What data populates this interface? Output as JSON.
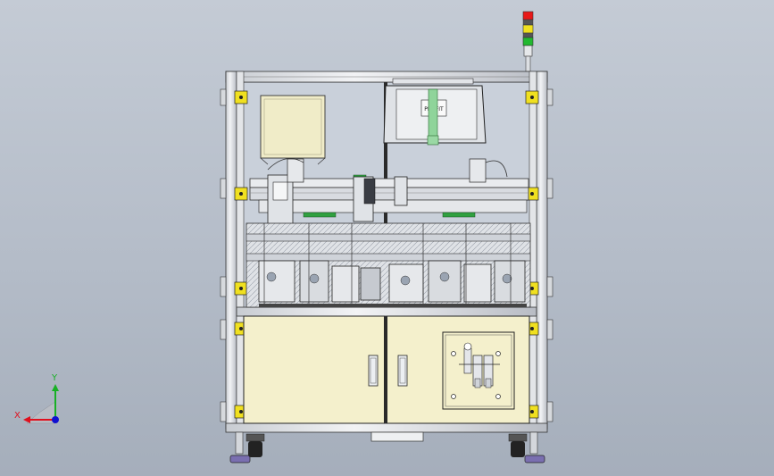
{
  "view": {
    "background_top": "#c4cbd5",
    "background_bottom": "#a5aebb"
  },
  "triad": {
    "x_label": "X",
    "y_label": "Y",
    "x_color": "#e0101e",
    "y_color": "#18b025",
    "z_color": "#1010d0"
  },
  "signal_tower": {
    "lights": [
      "red",
      "yellow",
      "green"
    ]
  },
  "machine": {
    "frame_color": "#e8eaec",
    "panel_color": "#f4f0cc",
    "controller_box_color": "#f0ecc8",
    "pneumatic_panel_color": "#f4f0cc",
    "logo_text": "PROFIT"
  }
}
